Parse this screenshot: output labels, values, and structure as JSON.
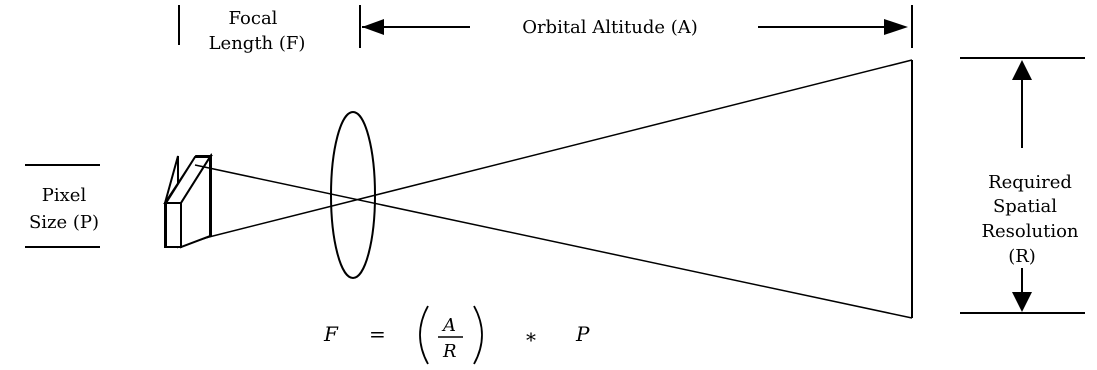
{
  "labels": {
    "focal_length_line1": "Focal",
    "focal_length_line2": "Length (F)",
    "orbital_altitude": "Orbital Altitude (A)",
    "pixel_size_line1": "Pixel",
    "pixel_size_line2": "Size (P)",
    "resolution_line1": "Required",
    "resolution_line2": "Spatial",
    "resolution_line3": "Resolution",
    "resolution_line4": "(R)"
  },
  "equation": {
    "lhs": "F",
    "equals": "=",
    "numerator": "A",
    "denominator": "R",
    "times": "*",
    "rhs": "P"
  },
  "colors": {
    "stroke": "#000000",
    "background": "#ffffff"
  }
}
